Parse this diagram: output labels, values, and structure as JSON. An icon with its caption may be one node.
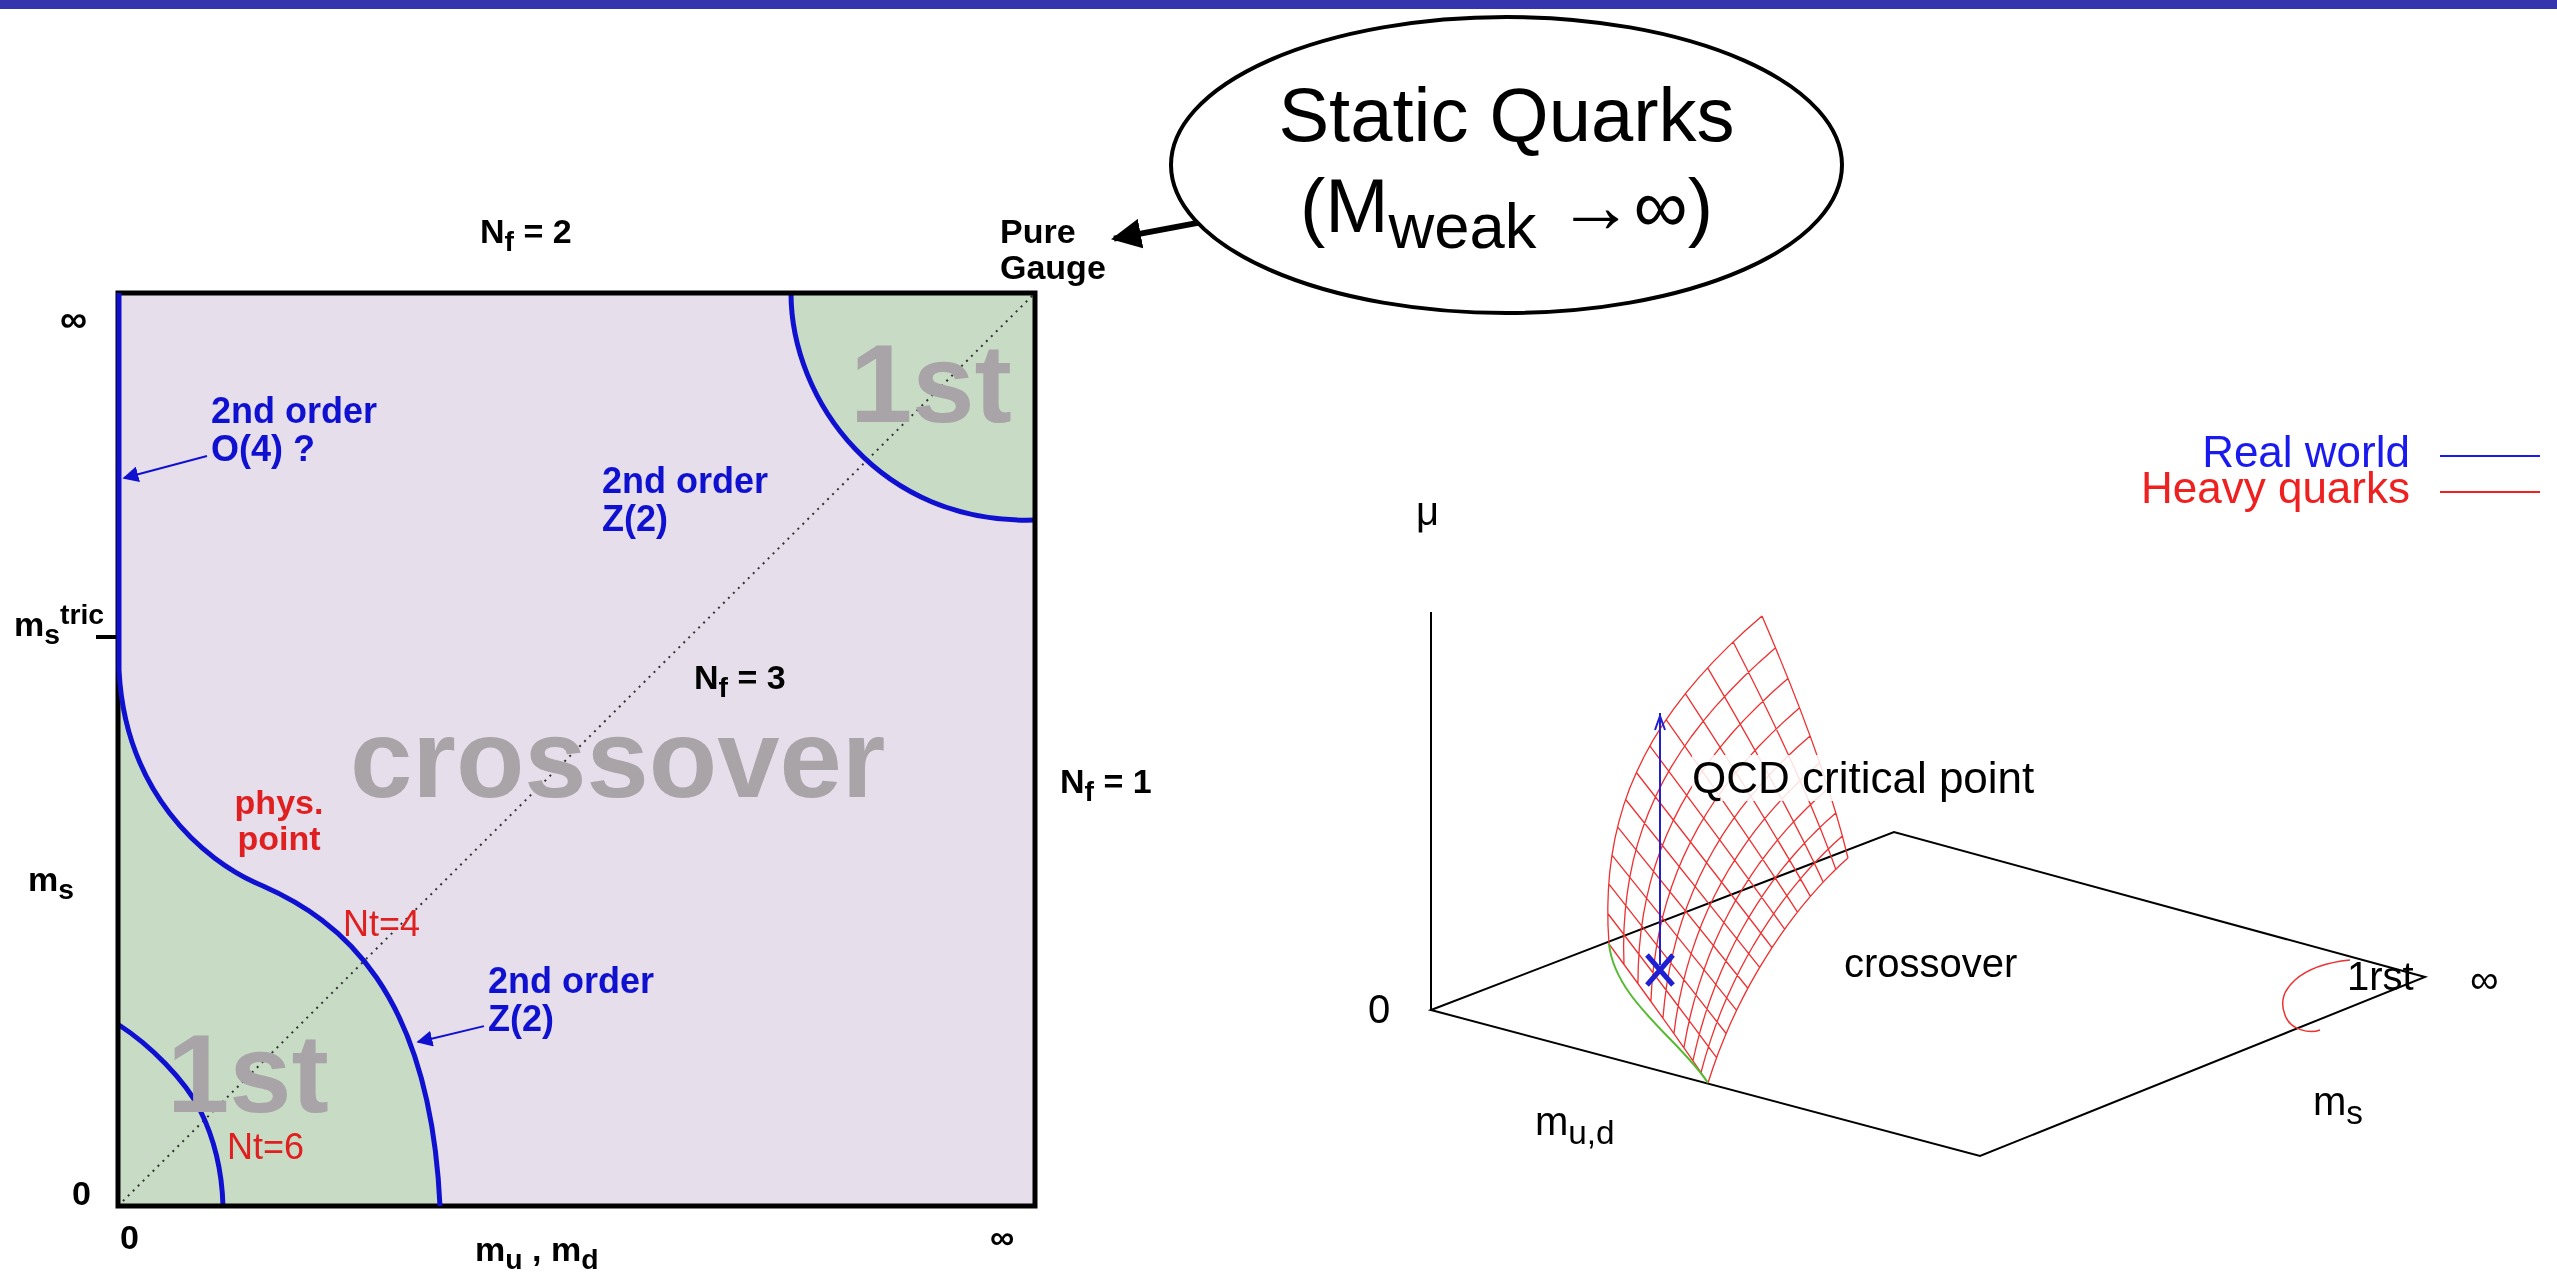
{
  "diagram": {
    "nodes": [
      {
        "text": [
          "Static Quarks (M$_{weak}$ →∞)"
        ]
      },
      {
        "text": [
          "Pure Gauge"
        ]
      },
      {
        "text": [
          "2nd order O(4) ?"
        ]
      },
      {
        "text": [
          "2nd order Z(2)"
        ]
      },
      {
        "text": [],
        "shape": "line"
      },
      {
        "text": [],
        "shape": "line"
      }
    ],
    "edges": [
      {
        "from": 0,
        "to": 1,
        "arrow": "to",
        "style": "thick",
        "color": "#000000"
      },
      {
        "from": 2,
        "to": 4,
        "arrow": "to"
      },
      {
        "from": 3,
        "to": 5,
        "arrow": "to"
      }
    ],
    "labels": [
      "N$_{f}$ = 2",
      "∞",
      "1st",
      "2nd order Z(2)",
      "m$_{s}$$^{tric}$",
      "N$_{f}$ = 3",
      "crossover",
      "N$_{f}$ = 1",
      "phys. point",
      "m$_{s}$",
      "Nt=4",
      "1st",
      "Nt=6",
      "0",
      "0",
      "∞",
      "m$_{u}$ , m$_{d}$",
      "μ",
      "QCD critical point",
      "0",
      "crossover",
      "1rst",
      "∞",
      "m$_{u,d}$",
      "m$_{s}$"
    ],
    "legend": [
      {
        "text": "Real world"
      },
      {
        "text": "Heavy quarks"
      }
    ]
  }
}
